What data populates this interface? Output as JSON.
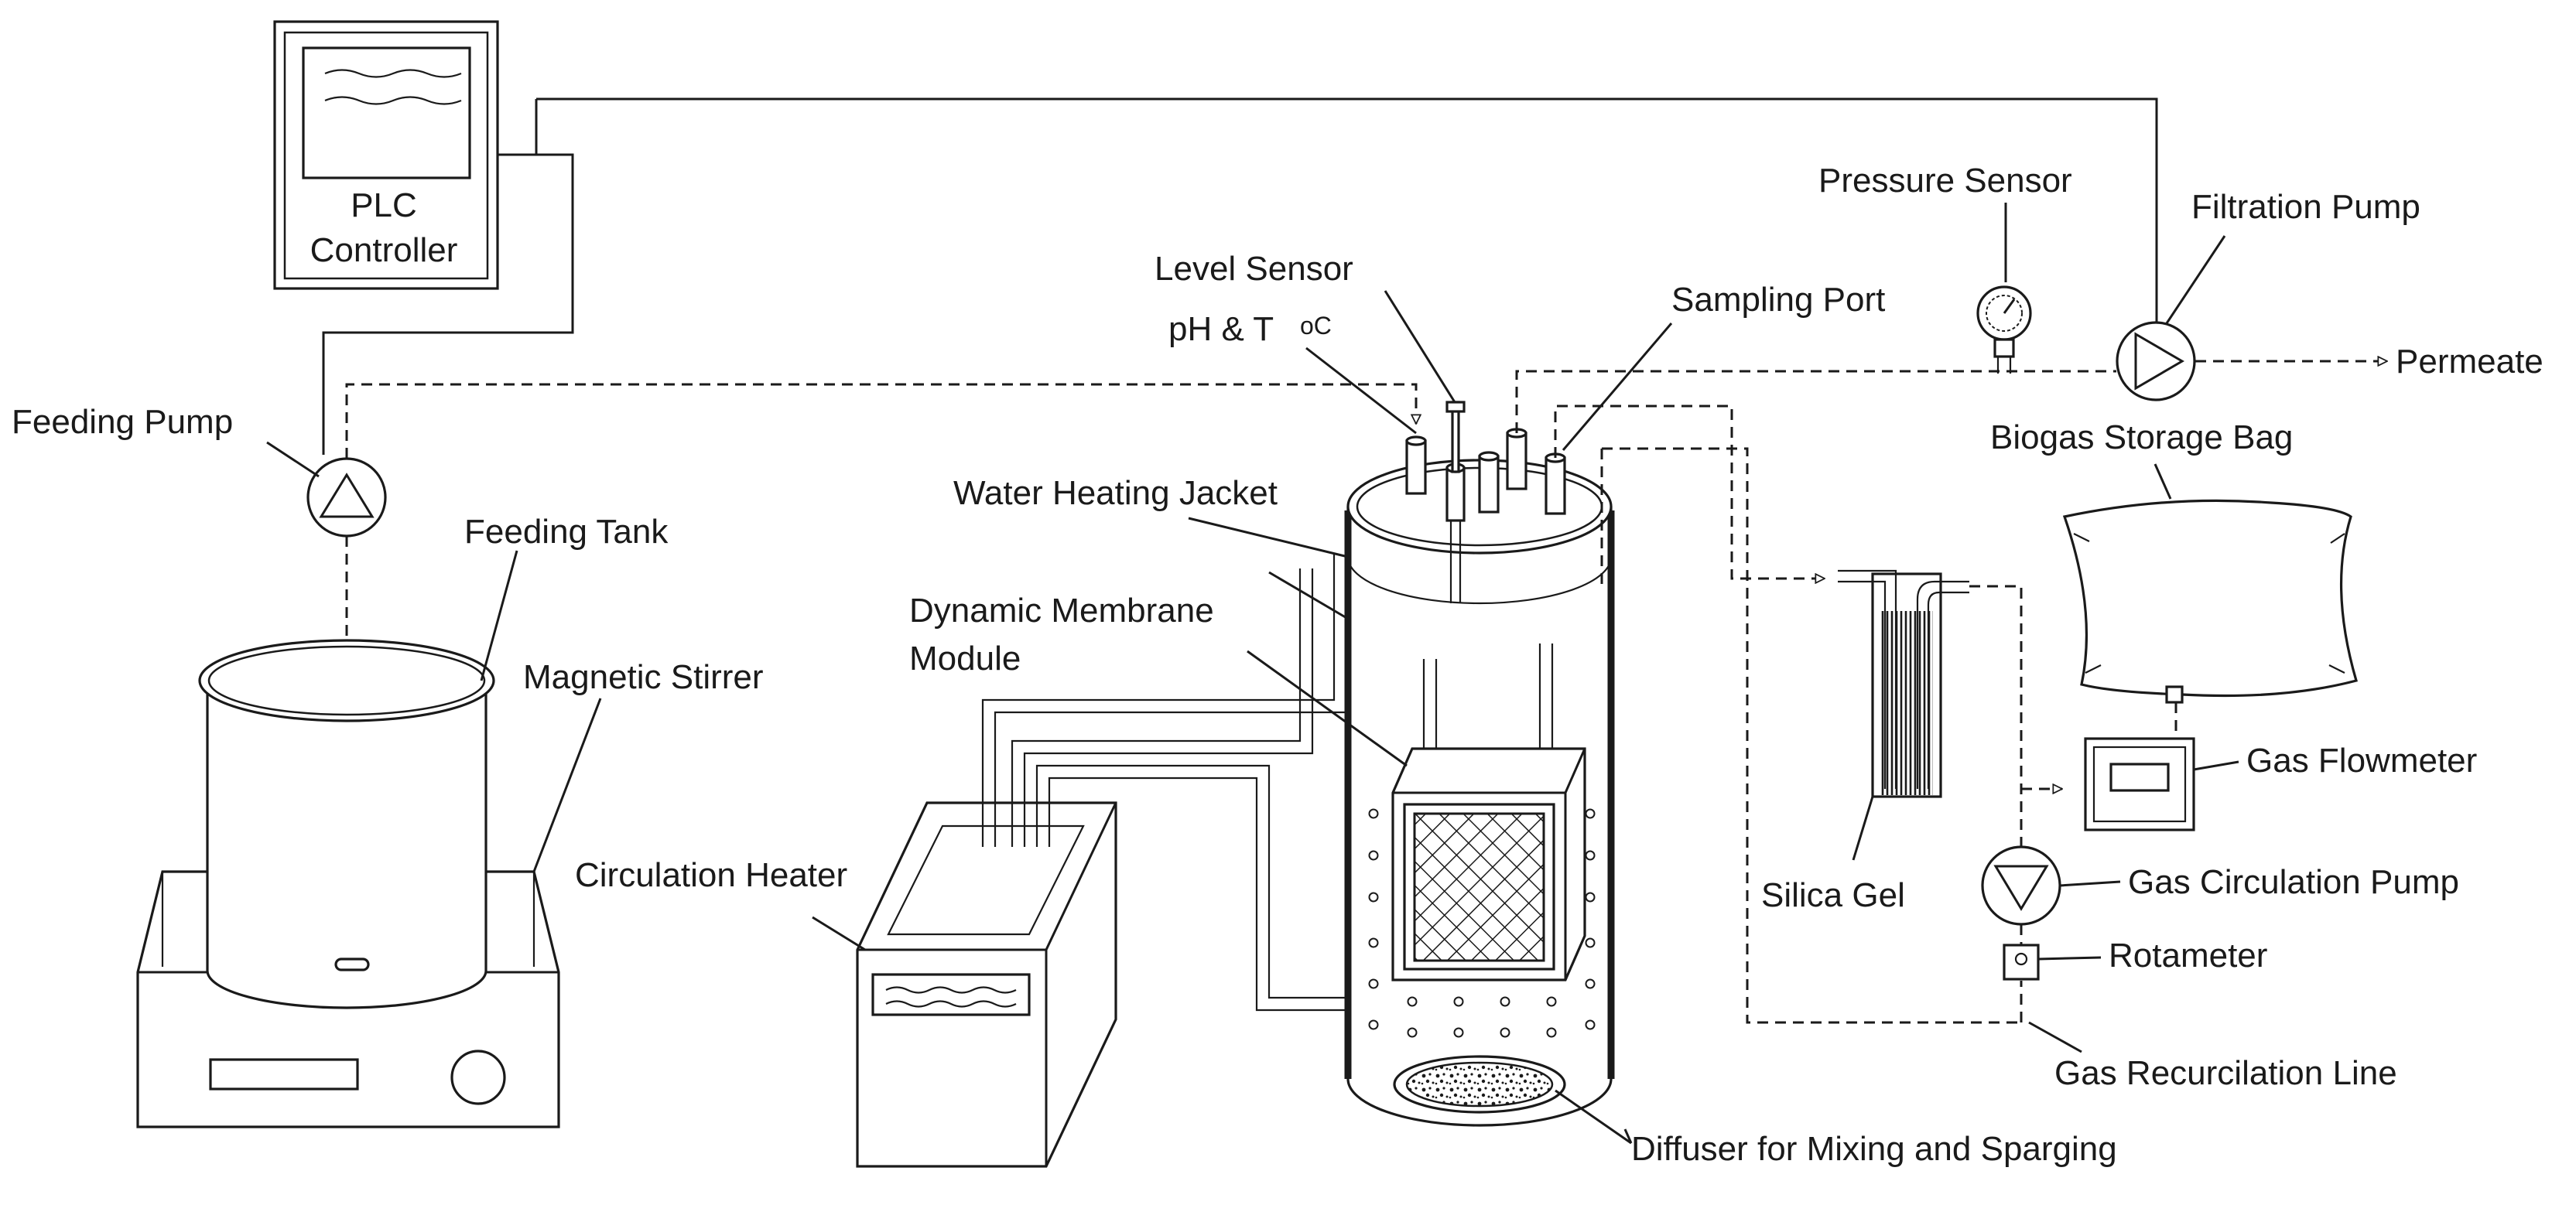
{
  "labels": {
    "plc_line1": "PLC",
    "plc_line2": "Controller",
    "feeding_pump": "Feeding Pump",
    "feeding_tank": "Feeding Tank",
    "magnetic_stirrer": "Magnetic Stirrer",
    "water_heating_jacket": "Water Heating Jacket",
    "dynamic_membrane_line1": "Dynamic Membrane",
    "dynamic_membrane_line2": "Module",
    "circulation_heater": "Circulation Heater",
    "level_sensor": "Level Sensor",
    "ph_t": "pH & T",
    "ph_t_unit": "oC",
    "sampling_port": "Sampling Port",
    "pressure_sensor": "Pressure Sensor",
    "filtration_pump": "Filtration Pump",
    "permeate": "Permeate",
    "biogas_storage_bag": "Biogas Storage Bag",
    "gas_flowmeter": "Gas Flowmeter",
    "gas_circulation_pump": "Gas Circulation Pump",
    "rotameter": "Rotameter",
    "silica_gel": "Silica Gel",
    "gas_recirculation_line": "Gas Recurcilation Line",
    "diffuser": "Diffuser for Mixing and Sparging"
  }
}
